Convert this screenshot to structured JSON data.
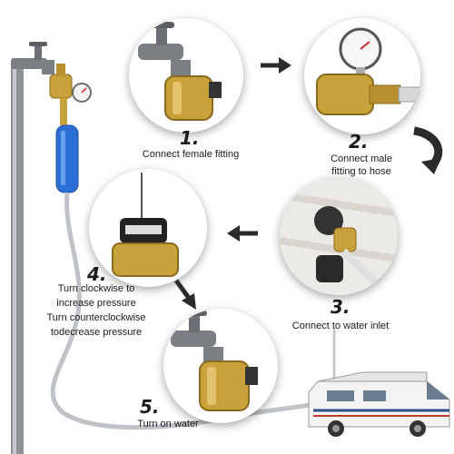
{
  "steps": [
    {
      "number": "1.",
      "caption_lines": [
        "Connect female fitting"
      ]
    },
    {
      "number": "2.",
      "caption_lines": [
        "Connect male",
        "fitting to hose"
      ]
    },
    {
      "number": "3.",
      "caption_lines": [
        "Connect to water inlet"
      ]
    },
    {
      "number": "4.",
      "caption_lines": [
        "Turn clockwise to",
        "increase pressure",
        "Turn counterclockwise",
        "todecrease pressure"
      ]
    },
    {
      "number": "5.",
      "caption_lines": [
        "Turn on water"
      ]
    }
  ],
  "colors": {
    "brass": "#c9a13b",
    "brass_dark": "#8a6a1e",
    "pipe_gray": "#8e9196",
    "filter_blue": "#2b6fd6",
    "hose_gray": "#bfc3c7",
    "arrow_dark": "#2b2b2b"
  },
  "icons": [
    "faucet-icon",
    "pressure-regulator-icon",
    "pressure-gauge-icon",
    "water-filter-icon",
    "rv-camper-icon",
    "arrow-icon"
  ]
}
